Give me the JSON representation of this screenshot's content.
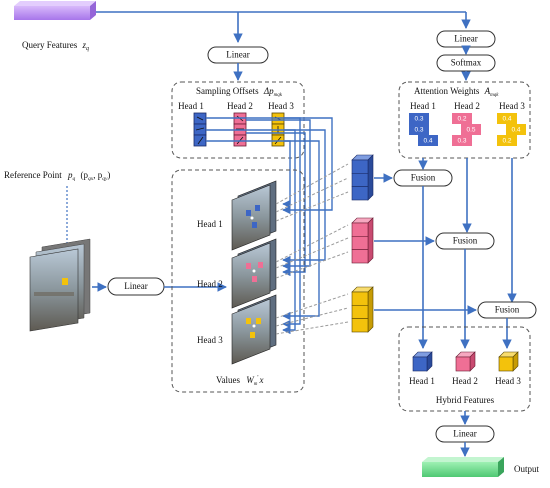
{
  "colors": {
    "arrow": "#3f71c2",
    "dashed": "#9a9a9a",
    "blue": "#3d66c5",
    "pink": "#ef6f95",
    "yellow": "#f3c20c",
    "purple": "#c49bf5",
    "green": "#6fdc8e",
    "frame": "#555555"
  },
  "query": {
    "label": "Query Features",
    "symbol": "z",
    "subscript": "q"
  },
  "reference": {
    "label": "Reference Point",
    "symbol": "p",
    "sub": "q",
    "args": "(p",
    "argsub1": "qx",
    "comma": ", p",
    "argsub2": "qy",
    "close": ")"
  },
  "linear": "Linear",
  "softmax": "Softmax",
  "fusion": "Fusion",
  "output": "Output",
  "sampling": {
    "title": "Sampling Offsets",
    "symbol": "Δp",
    "sub": "mqk"
  },
  "attention": {
    "title": "Attention Weights",
    "symbol": "A",
    "sub": "mqk"
  },
  "values": {
    "title": "Values",
    "symbol": "W",
    "sub": "m",
    "sup": "'",
    "var": "x"
  },
  "hybrid": {
    "title": "Hybrid Features"
  },
  "heads": [
    "Head 1",
    "Head 2",
    "Head 3"
  ],
  "weights": {
    "head1": [
      "0.3",
      "0.3",
      "0.4"
    ],
    "head2": [
      "0.2",
      "0.5",
      "0.3"
    ],
    "head3": [
      "0.4",
      "0.4",
      "0.2"
    ]
  }
}
